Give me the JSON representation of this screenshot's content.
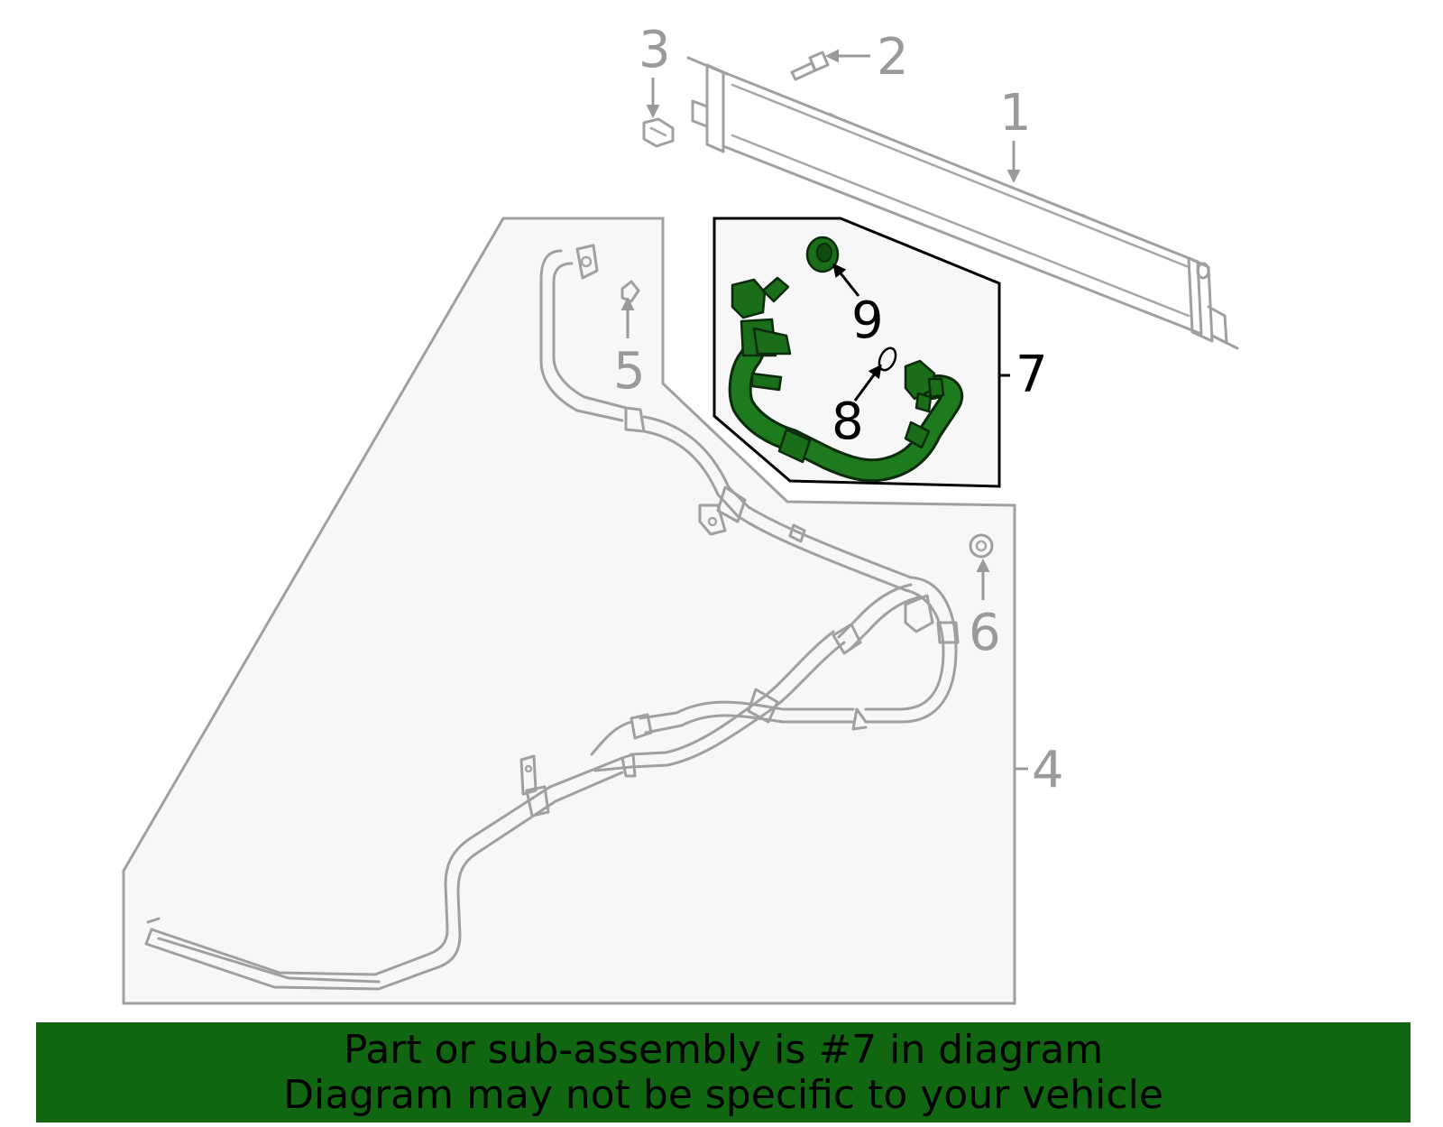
{
  "banner": {
    "line1": "Part or sub-assembly is #7 in diagram",
    "line2": "Diagram may not be specific to your vehicle",
    "background": "#116611"
  },
  "callouts": [
    {
      "id": "1",
      "label": "1"
    },
    {
      "id": "2",
      "label": "2"
    },
    {
      "id": "3",
      "label": "3"
    },
    {
      "id": "4",
      "label": "4"
    },
    {
      "id": "5",
      "label": "5"
    },
    {
      "id": "6",
      "label": "6"
    },
    {
      "id": "7",
      "label": "7"
    },
    {
      "id": "8",
      "label": "8"
    },
    {
      "id": "9",
      "label": "9"
    }
  ],
  "colors": {
    "highlight": "#1a6e1a",
    "part_outline": "#a0a0a0",
    "callout_gray": "#9a9a9a",
    "callout_black": "#000000",
    "group_background": "#f7f7f7"
  },
  "highlighted_callout": "7"
}
